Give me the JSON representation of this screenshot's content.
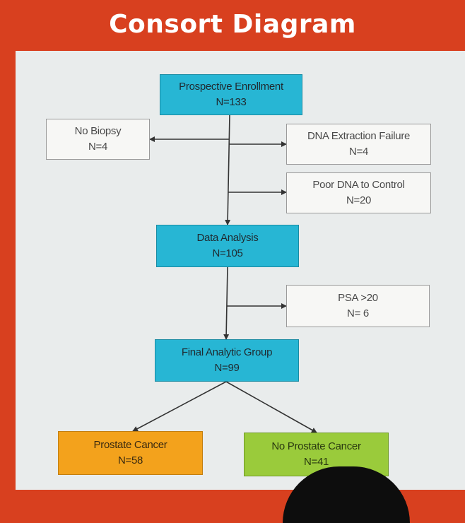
{
  "title": "Consort Diagram",
  "nodes": {
    "enrollment": {
      "label": "Prospective Enrollment",
      "n": "N=133"
    },
    "no_biopsy": {
      "label": "No Biopsy",
      "n": "N=4"
    },
    "dna_failure": {
      "label": "DNA Extraction Failure",
      "n": "N=4"
    },
    "poor_dna": {
      "label": "Poor DNA to Control",
      "n": "N=20"
    },
    "data_analysis": {
      "label": "Data Analysis",
      "n": "N=105"
    },
    "psa": {
      "label": "PSA >20",
      "n": "N= 6"
    },
    "final_group": {
      "label": "Final Analytic Group",
      "n": "N=99"
    },
    "prostate_cancer": {
      "label": "Prostate Cancer",
      "n": "N=58"
    },
    "no_prostate_cancer": {
      "label": "No Prostate Cancer",
      "n": "N=41"
    }
  },
  "colors": {
    "background": "#d8401f",
    "panel": "#e9ecec",
    "main_box": "#27b6d4",
    "prostate_cancer": "#f3a21c",
    "no_prostate_cancer": "#9acb3b"
  }
}
